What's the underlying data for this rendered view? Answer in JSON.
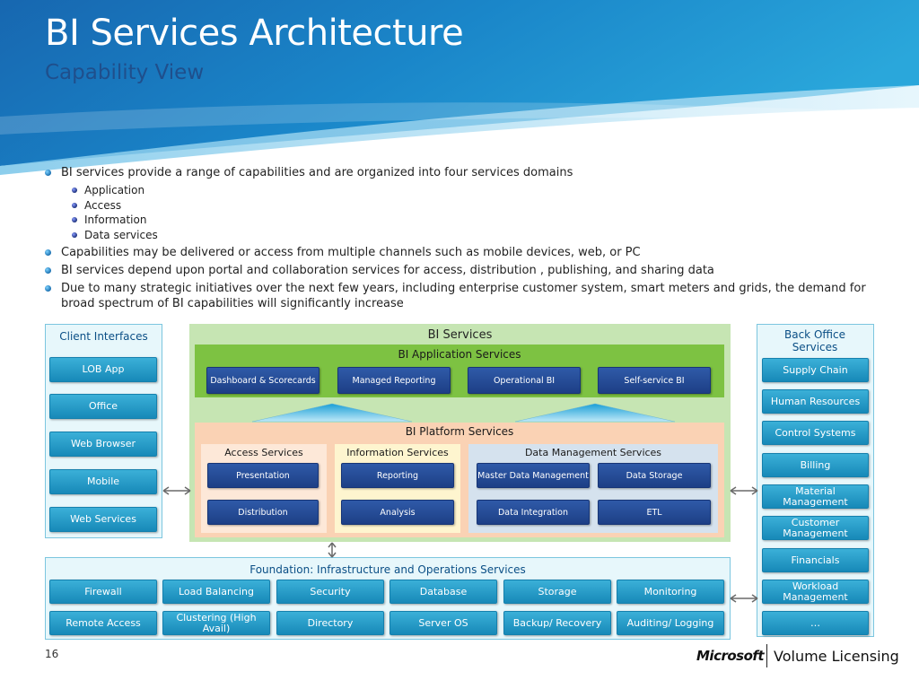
{
  "header": {
    "title": "BI Services Architecture",
    "subtitle": "Capability View"
  },
  "bullets": {
    "b1": "BI services provide a range of capabilities and are organized into four services domains",
    "sub": [
      "Application",
      "Access",
      "Information",
      "Data services"
    ],
    "b2": "Capabilities may be delivered or access from multiple channels such as mobile devices, web, or PC",
    "b3": "BI services depend upon portal and collaboration services for access, distribution , publishing, and sharing data",
    "b4": "Due to many strategic initiatives over the next few years, including enterprise customer system, smart meters and grids, the demand for broad spectrum of BI capabilities will significantly increase"
  },
  "client": {
    "title": "Client Interfaces",
    "items": [
      "LOB App",
      "Office",
      "Web Browser",
      "Mobile",
      "Web Services"
    ]
  },
  "bi": {
    "title": "BI Services",
    "app_title": "BI Application Services",
    "app_items": [
      "Dashboard & Scorecards",
      "Managed Reporting",
      "Operational BI",
      "Self-service BI"
    ],
    "platform_title": "BI Platform Services",
    "access": {
      "title": "Access Services",
      "items": [
        "Presentation",
        "Distribution"
      ]
    },
    "info": {
      "title": "Information Services",
      "items": [
        "Reporting",
        "Analysis"
      ]
    },
    "dm": {
      "title": "Data Management Services",
      "items": [
        "Master Data Management",
        "Data Storage",
        "Data Integration",
        "ETL"
      ]
    }
  },
  "backoffice": {
    "title": "Back Office Services",
    "items": [
      "Supply Chain",
      "Human Resources",
      "Control Systems",
      "Billing",
      "Material Management",
      "Customer Management",
      "Financials",
      "Workload Management",
      "…"
    ]
  },
  "foundation": {
    "title": "Foundation: Infrastructure and Operations Services",
    "row1": [
      "Firewall",
      "Load Balancing",
      "Security",
      "Database",
      "Storage",
      "Monitoring"
    ],
    "row2": [
      "Remote Access",
      "Clustering (High Avail)",
      "Directory",
      "Server OS",
      "Backup/ Recovery",
      "Auditing/ Logging"
    ]
  },
  "footer": {
    "page": "16",
    "brand": "Microsoft",
    "product": "Volume Licensing"
  },
  "colors": {
    "banner_blue": "#1a7fc1",
    "teal_button": "#1f95c2",
    "navy_button": "#24488f",
    "bi_services_bg": "#c6e5b3",
    "app_services_bg": "#7dc242",
    "platform_bg": "#fad2b4",
    "client_bg": "#e7f7fb",
    "foundation_bg": "#e7f7fb"
  }
}
